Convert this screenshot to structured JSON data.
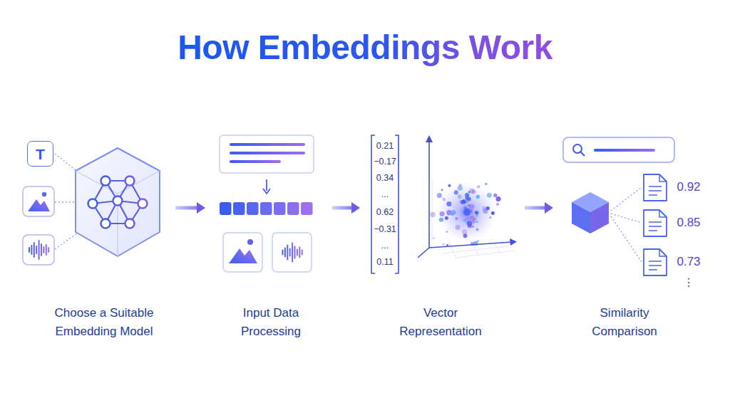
{
  "diagram": {
    "title": "How Embeddings Work",
    "nodes": [
      {
        "text": [
          "Choose a Suitable Embedding Model"
        ]
      },
      {
        "text": [
          "T"
        ],
        "in": 0
      },
      {
        "text": [
          "Input Data Processing"
        ]
      },
      {
        "text": [
          "Vector Representation"
        ]
      },
      {
        "text": [
          "Similarity Comparison"
        ]
      }
    ],
    "edges": [
      {
        "from": 0,
        "to": 2,
        "arrow": "to"
      },
      {
        "from": 2,
        "to": 3,
        "arrow": "to"
      },
      {
        "from": 3,
        "to": 4,
        "arrow": "to"
      }
    ],
    "labels": [
      "0.21",
      "−0.17",
      "0.34",
      "...",
      "0.62",
      "−0.31",
      "...",
      "0.11",
      "0.92",
      "0.85",
      "0.73",
      "⋮"
    ]
  }
}
